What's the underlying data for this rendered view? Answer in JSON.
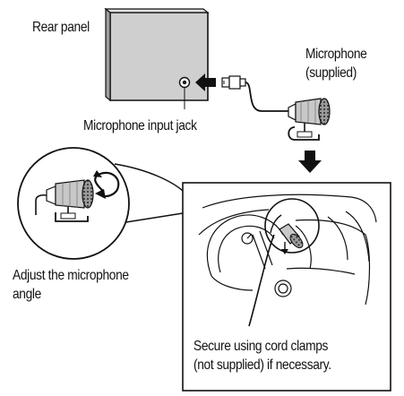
{
  "labels": {
    "rear_panel": "Rear panel",
    "mic_input_jack": "Microphone input jack",
    "microphone_line1": "Microphone",
    "microphone_line2": "(supplied)",
    "adjust_line1": "Adjust the microphone",
    "adjust_line2": "angle",
    "secure_line1": "Secure using cord clamps",
    "secure_line2": "(not supplied) if necessary."
  },
  "colors": {
    "panel_fill": "#cfcfcf",
    "lens_fill": "#e6e6e6",
    "stroke": "#111111",
    "background": "#ffffff"
  },
  "icons": {
    "plug_direction_arrow": "arrow-left-icon",
    "step_arrow": "arrow-down-icon",
    "rotation_arrow": "rotate-icon"
  }
}
